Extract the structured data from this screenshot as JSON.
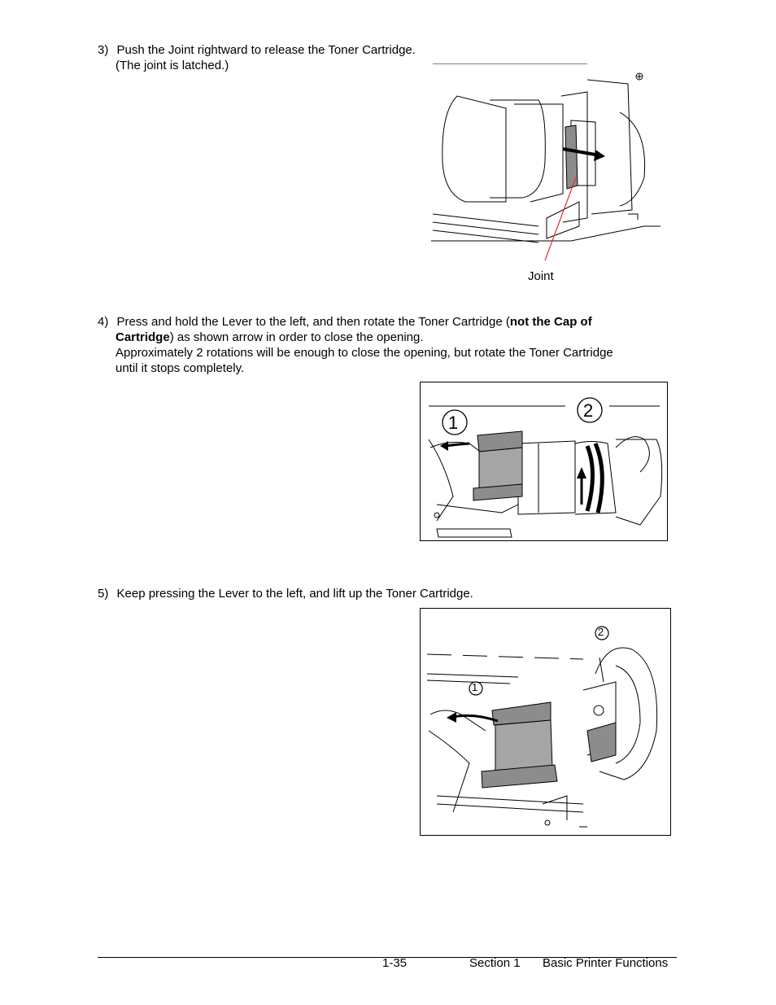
{
  "steps": [
    {
      "number": "3)",
      "lines": [
        "Push the Joint rightward to release the Toner Cartridge.",
        "(The joint is latched.)"
      ]
    },
    {
      "number": "4)",
      "line1_pre": "Press and hold the Lever to the left, and then rotate the Toner Cartridge (",
      "line1_bold": "not the Cap of",
      "line2_bold": "Cartridge",
      "line2_post": ") as shown arrow in order to close the opening.",
      "line3": "Approximately 2 rotations will be enough to close the opening, but rotate the Toner Cartridge",
      "line4": "until it stops completely."
    },
    {
      "number": "5)",
      "lines": [
        "Keep pressing the Lever to the left, and lift up the Toner Cartridge."
      ]
    }
  ],
  "figures": {
    "fig1": {
      "callout": "Joint"
    },
    "fig2": {
      "marker1": "1",
      "marker2": "2"
    },
    "fig3": {
      "marker1": "1",
      "marker2": "2"
    }
  },
  "footer": {
    "page": "1-35",
    "section": "Section 1",
    "title": "Basic Printer Functions"
  }
}
